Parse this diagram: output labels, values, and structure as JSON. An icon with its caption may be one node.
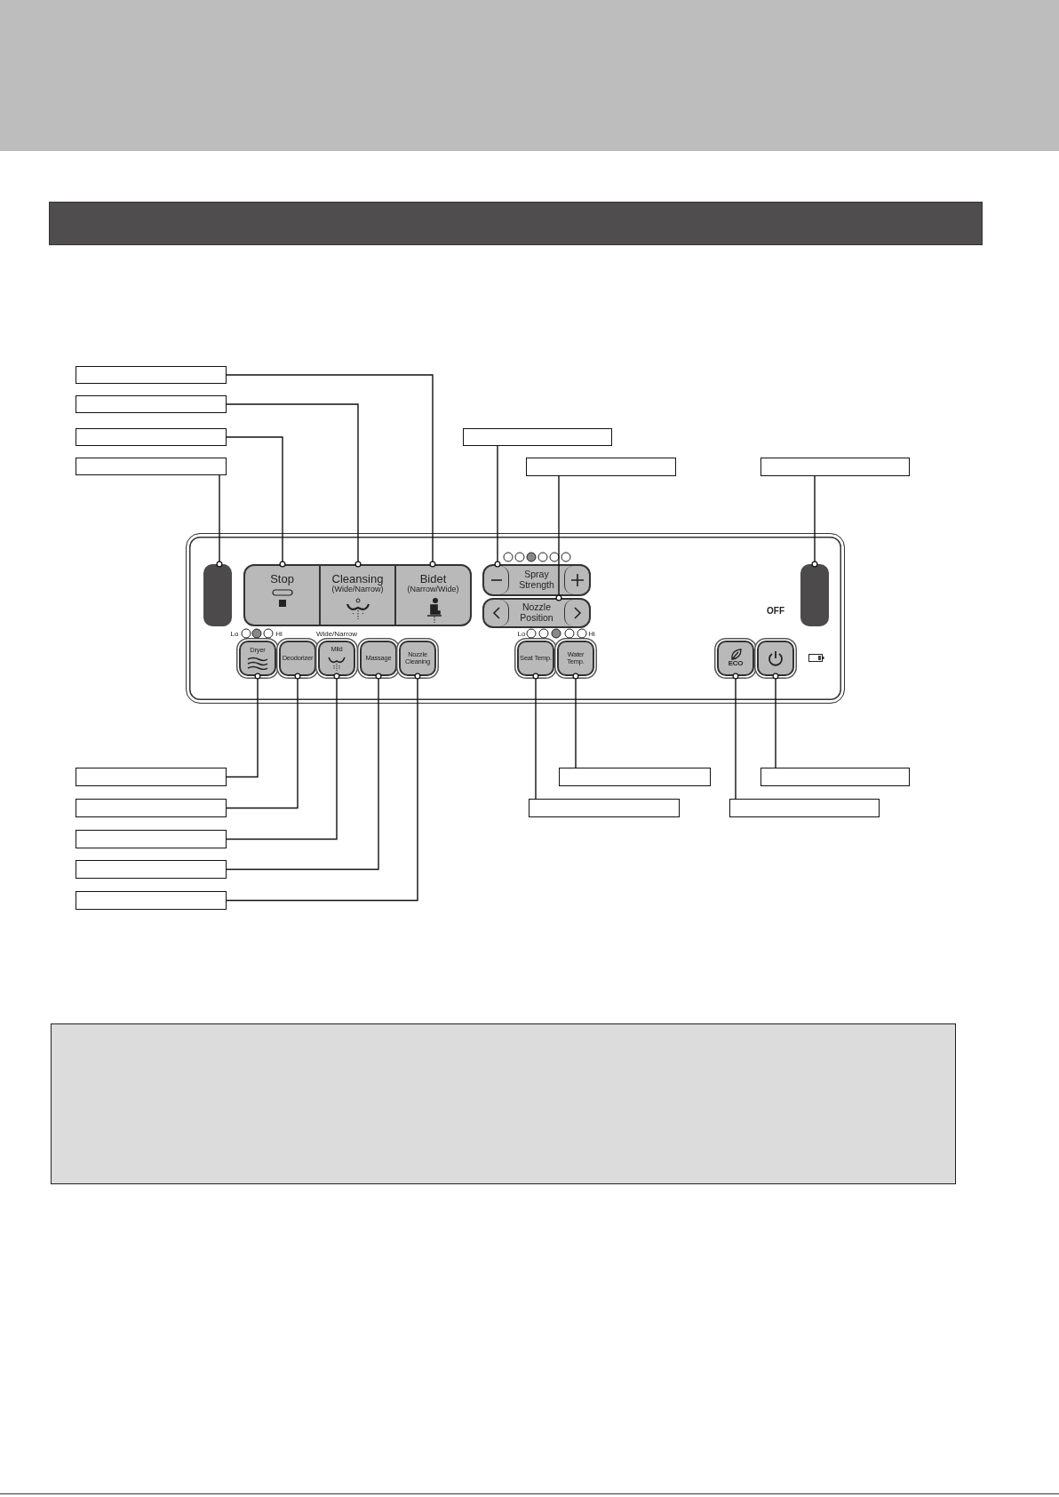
{
  "diagram": {
    "nodes": [
      {
        "text": [],
        "shape": "box"
      },
      {
        "text": [],
        "shape": "box"
      },
      {
        "text": [],
        "shape": "box"
      },
      {
        "text": [],
        "shape": "box"
      },
      {
        "text": [],
        "shape": "box"
      },
      {
        "text": [],
        "shape": "box"
      },
      {
        "text": [],
        "shape": "box"
      },
      {
        "text": [],
        "shape": "box"
      },
      {
        "text": [
          "Stop"
        ]
      },
      {
        "text": [
          "Cleansing",
          "(Wide/Narrow)"
        ]
      },
      {
        "text": [
          "Bidet",
          "(Narrow/Wide)"
        ]
      },
      {
        "text": [
          "Spray Strength"
        ]
      },
      {
        "text": [
          "Nozzle Position"
        ]
      },
      {
        "text": [],
        "shape": "box"
      },
      {
        "text": [
          "Dryer"
        ]
      },
      {
        "text": [
          "Deodorizer"
        ]
      },
      {
        "text": [
          "Mild"
        ]
      },
      {
        "text": [
          "Massage"
        ]
      },
      {
        "text": [
          "Nozzle Cleaning"
        ]
      },
      {
        "text": [
          "Seat Temp."
        ]
      },
      {
        "text": [
          "Water Temp."
        ]
      },
      {
        "text": [
          "ECO"
        ]
      },
      {
        "text": [
          "OFF"
        ]
      },
      {
        "text": [],
        "shape": "box"
      },
      {
        "text": [],
        "shape": "box"
      },
      {
        "text": [],
        "shape": "box"
      },
      {
        "text": [],
        "shape": "box"
      },
      {
        "text": [],
        "shape": "box"
      },
      {
        "text": [],
        "shape": "box"
      },
      {
        "text": [],
        "shape": "box"
      },
      {
        "text": [],
        "shape": "box"
      },
      {
        "text": [],
        "shape": "box"
      },
      {
        "text": [],
        "shape": "box"
      }
    ],
    "edges": [
      {
        "from": 0,
        "to": 10,
        "arrow": "other"
      },
      {
        "from": 1,
        "to": 9,
        "arrow": "other"
      },
      {
        "from": 2,
        "to": 8,
        "arrow": "other"
      },
      {
        "from": 3,
        "to": 7,
        "arrow": "other"
      },
      {
        "from": 4,
        "to": 11,
        "arrow": "other"
      },
      {
        "from": 5,
        "to": 12,
        "arrow": "other"
      },
      {
        "from": 6,
        "to": 13,
        "arrow": "other"
      },
      {
        "from": 23,
        "to": 14,
        "arrow": "other"
      },
      {
        "from": 24,
        "to": 15,
        "arrow": "other"
      },
      {
        "from": 25,
        "to": 16,
        "arrow": "other"
      },
      {
        "from": 26,
        "to": 17,
        "arrow": "other"
      },
      {
        "from": 27,
        "to": 18,
        "arrow": "other"
      },
      {
        "from": 28,
        "to": 20,
        "arrow": "other"
      },
      {
        "from": 29,
        "to": 22,
        "arrow": "other"
      },
      {
        "from": 30,
        "to": 19,
        "arrow": "other"
      },
      {
        "from": 31,
        "to": 21,
        "arrow": "other"
      }
    ],
    "labels": [
      "Lo",
      "Hi",
      "Wide/Narrow",
      "Lo",
      "Hi"
    ]
  }
}
